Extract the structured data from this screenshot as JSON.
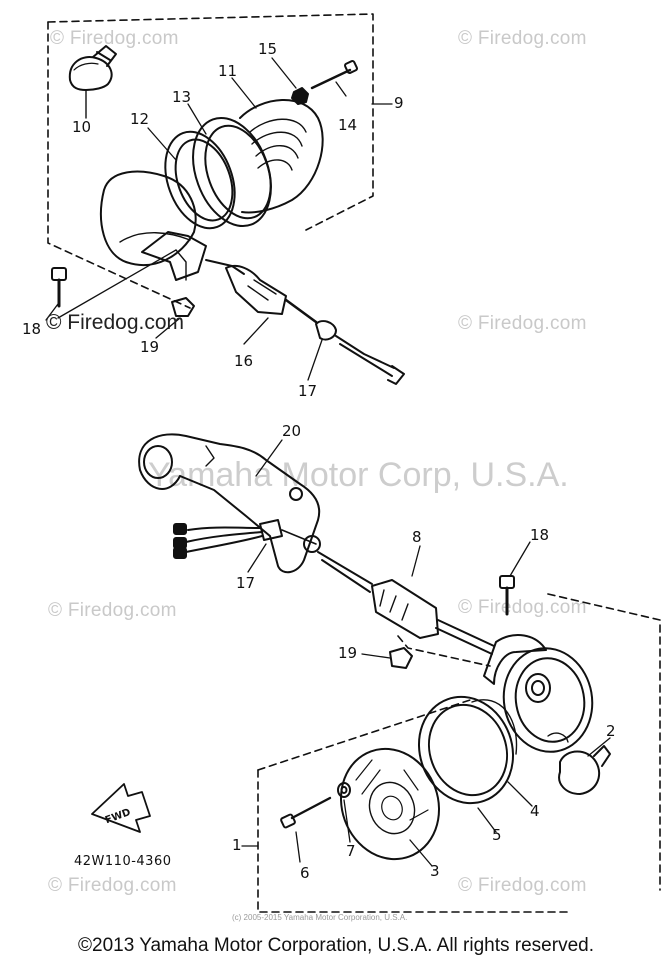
{
  "watermarks": {
    "firedog": "© Firedog.com",
    "corp": "Yamaha Motor Corp, U.S.A.",
    "fine": "(c) 2005-2015 Yamaha Motor Corporation, U.S.A."
  },
  "inline_credit": "© Firedog.com",
  "callouts": {
    "c1": "1",
    "c2": "2",
    "c3": "3",
    "c4": "4",
    "c5": "5",
    "c6": "6",
    "c7": "7",
    "c8": "8",
    "c9": "9",
    "c10": "10",
    "c11": "11",
    "c12": "12",
    "c13": "13",
    "c14": "14",
    "c15": "15",
    "c16": "16",
    "c17a": "17",
    "c17b": "17",
    "c18a": "18",
    "c18b": "18",
    "c19a": "19",
    "c19b": "19",
    "c20": "20"
  },
  "fwd_label": "FWD",
  "part_code": "42W110-4360",
  "footer": "©2013 Yamaha Motor Corporation, U.S.A. All rights reserved."
}
